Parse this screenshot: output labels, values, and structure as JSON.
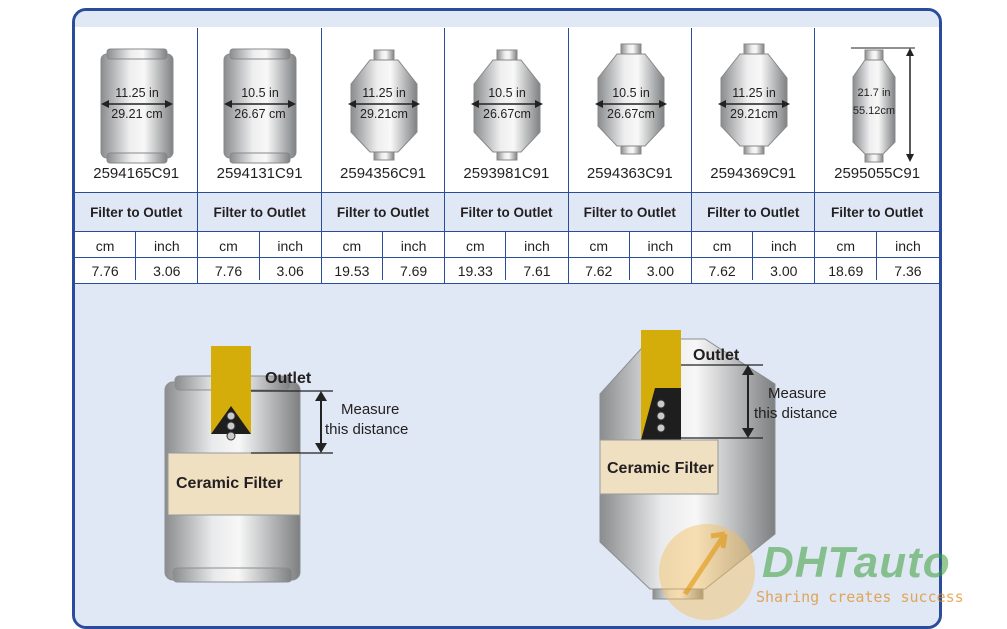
{
  "header_label": "Filter to Outlet",
  "unit_cm": "cm",
  "unit_inch": "inch",
  "filters": [
    {
      "part": "2594165C91",
      "dim_in": "11.25 in",
      "dim_cm": "29.21 cm",
      "shape": "cylinder",
      "cm": "7.76",
      "inch": "3.06"
    },
    {
      "part": "2594131C91",
      "dim_in": "10.5 in",
      "dim_cm": "26.67 cm",
      "shape": "cylinder",
      "cm": "7.76",
      "inch": "3.06"
    },
    {
      "part": "2594356C91",
      "dim_in": "11.25 in",
      "dim_cm": "29.21cm",
      "shape": "cone",
      "cm": "19.53",
      "inch": "7.69"
    },
    {
      "part": "2593981C91",
      "dim_in": "10.5 in",
      "dim_cm": "26.67cm",
      "shape": "cone",
      "cm": "19.33",
      "inch": "7.61"
    },
    {
      "part": "2594363C91",
      "dim_in": "10.5 in",
      "dim_cm": "26.67cm",
      "shape": "cone_tall",
      "cm": "7.62",
      "inch": "3.00"
    },
    {
      "part": "2594369C91",
      "dim_in": "11.25 in",
      "dim_cm": "29.21cm",
      "shape": "cone_tall",
      "cm": "7.62",
      "inch": "3.00"
    },
    {
      "part": "2595055C91",
      "dim_in": "21.7 in",
      "dim_cm": "55.12cm",
      "shape": "cone_vertical",
      "cm": "18.69",
      "inch": "7.36"
    }
  ],
  "diagram": {
    "outlet_label": "Outlet",
    "measure_line1": "Measure",
    "measure_line2": "this distance",
    "filter_label": "Ceramic Filter"
  },
  "watermark": {
    "brand": "DHTauto",
    "tagline": "Sharing creates success"
  },
  "colors": {
    "border": "#2b4c9b",
    "band": "#dfe8f4",
    "outlet_yellow": "#d4ad0b",
    "filter_beige": "#efe0c2"
  }
}
